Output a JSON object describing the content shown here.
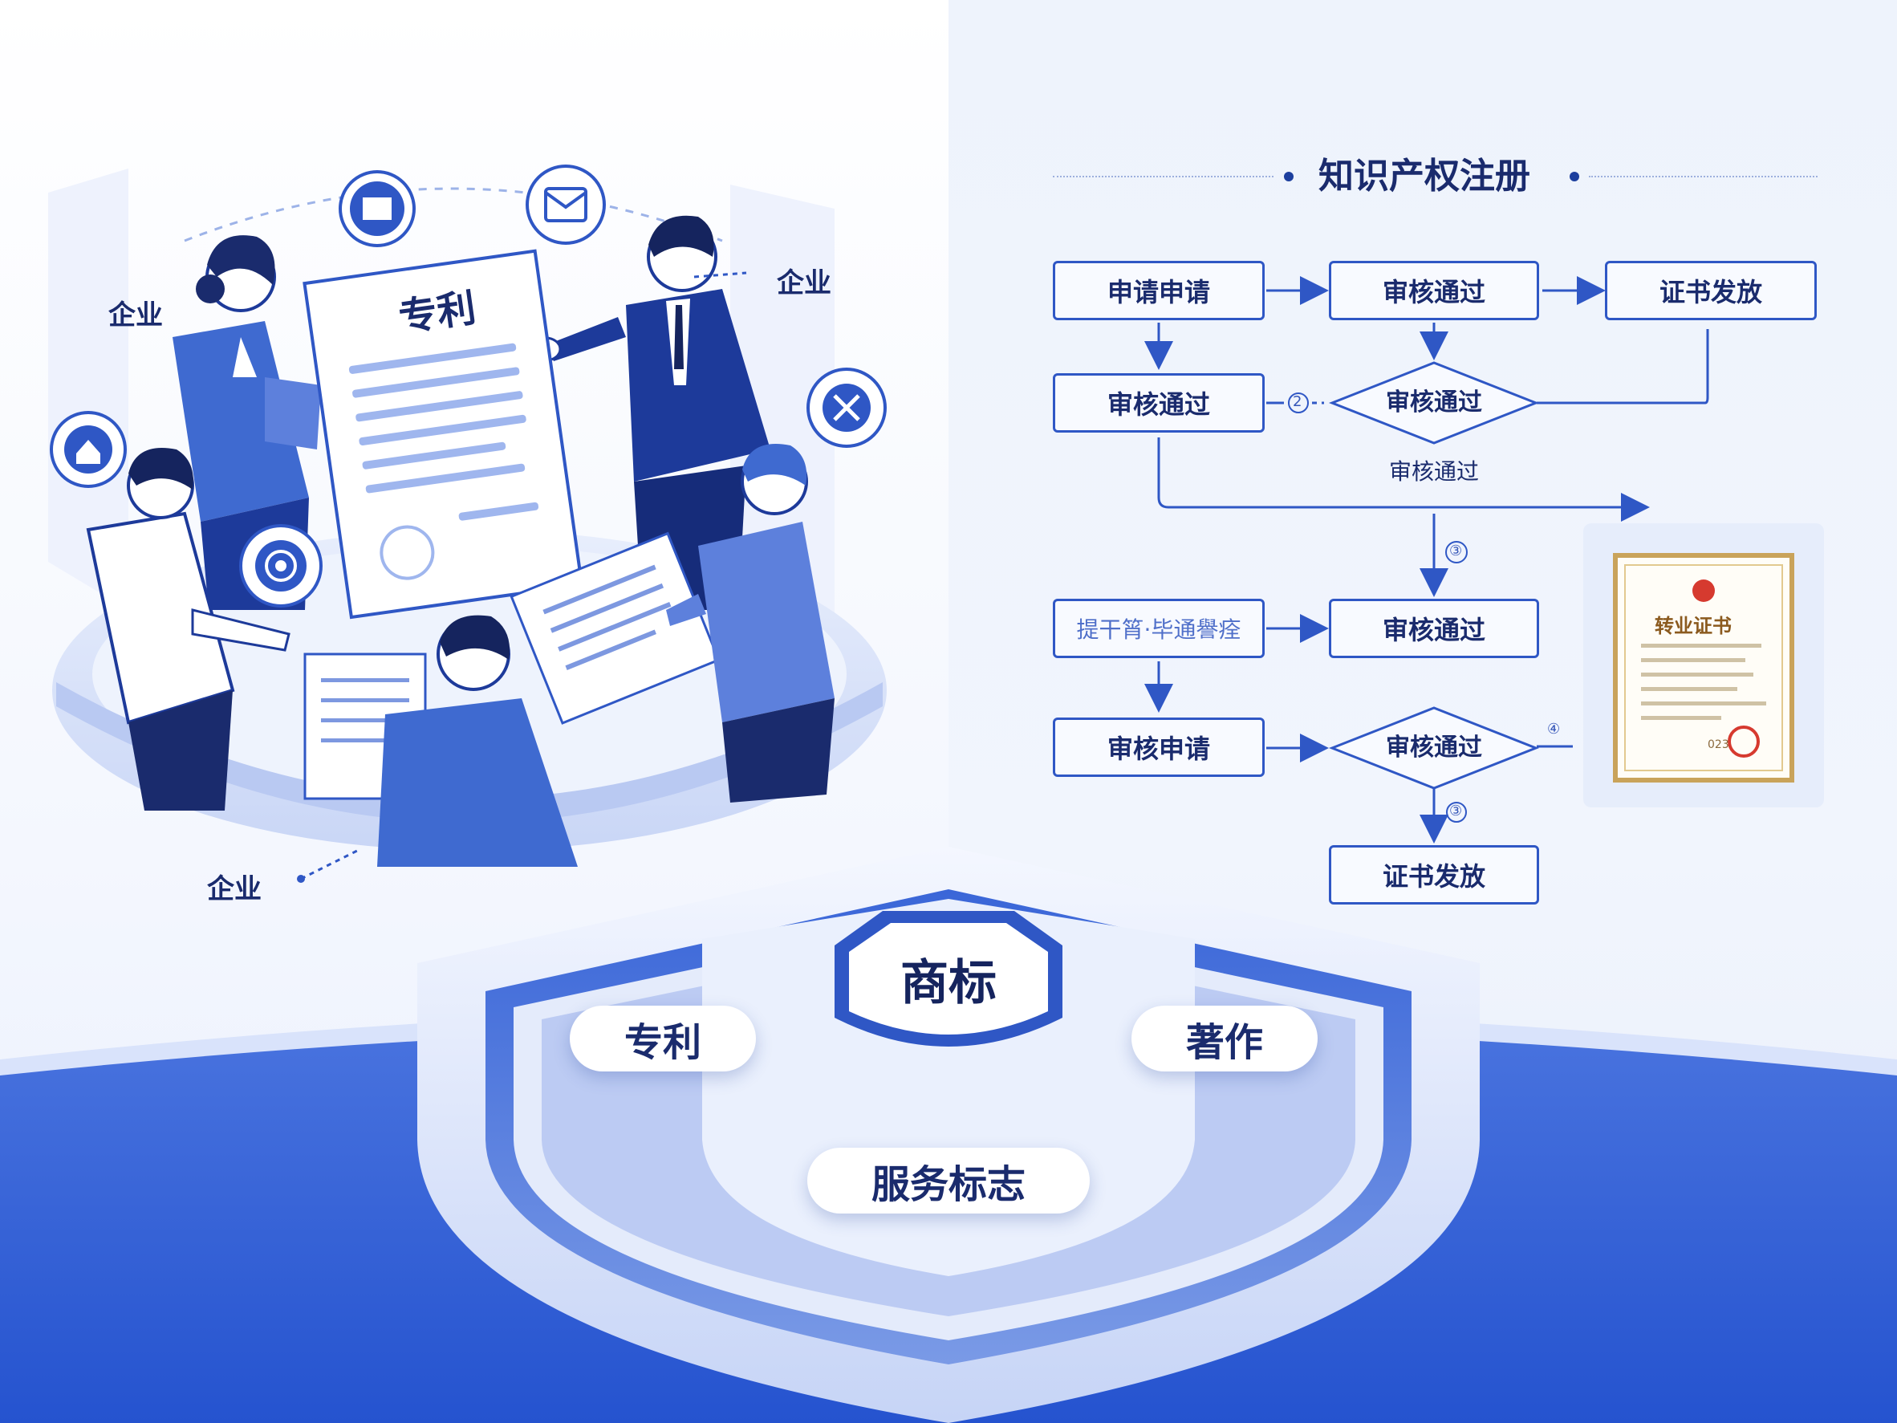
{
  "colors": {
    "primary_blue": "#2f57c5",
    "dark_navy": "#1a2b6d",
    "light_blue": "#d9e3fb",
    "shield_blue": "#2553cf",
    "cert_gold": "#c9a35a",
    "cert_red": "#d63a2f"
  },
  "scene": {
    "labels": [
      "企业",
      "企业",
      "企业"
    ],
    "document_title": "专利",
    "icons": [
      "shield-doc-icon",
      "mail-icon",
      "x-circle-icon",
      "house-shield-icon",
      "spiral-icon"
    ]
  },
  "flowchart": {
    "title": "知识产权注册",
    "row1": [
      "申请申请",
      "审核通过",
      "证书发放"
    ],
    "row2_box": "审核通过",
    "row2_diamond": "审核通过",
    "row2_mark": "2",
    "row2_below": "审核通过",
    "mark_3a": "③",
    "row3": [
      "提干筲·毕通譽痊",
      "审核通过"
    ],
    "row4_box": "审核申请",
    "row4_diamond": "审核通过",
    "mark_4": "④",
    "mark_3b": "③",
    "row5_box": "证书发放",
    "certificate": {
      "title": "转业证书",
      "code": "023",
      "icons": [
        "emblem-icon",
        "red-seal-icon"
      ]
    }
  },
  "shield": {
    "center": "商标",
    "left": "专利",
    "right": "著作",
    "bottom": "服务标志"
  }
}
